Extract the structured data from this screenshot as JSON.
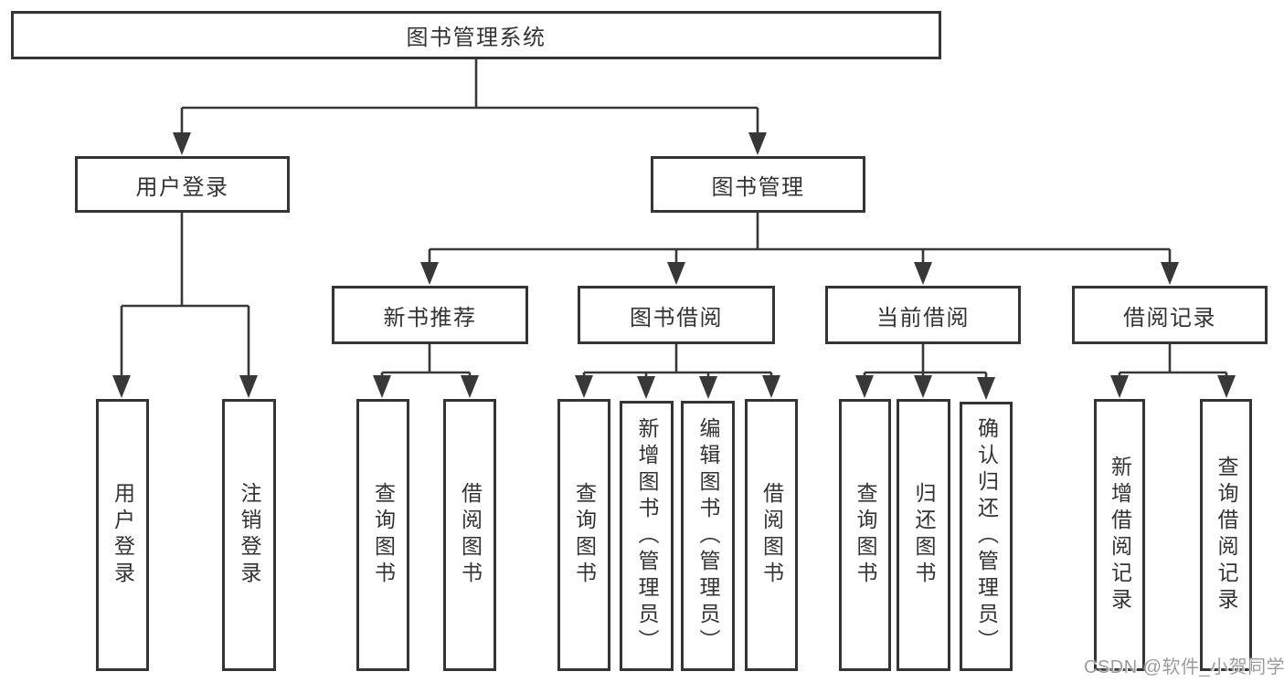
{
  "diagram": {
    "tree": {
      "root": {
        "label": "图书管理系统",
        "children": [
          {
            "label": "用户登录",
            "children": [
              {
                "label": "用户登录"
              },
              {
                "label": "注销登录"
              }
            ]
          },
          {
            "label": "图书管理",
            "children": [
              {
                "label": "新书推荐",
                "children": [
                  {
                    "label": "查询图书"
                  },
                  {
                    "label": "借阅图书"
                  }
                ]
              },
              {
                "label": "图书借阅",
                "children": [
                  {
                    "label": "查询图书"
                  },
                  {
                    "label": "新增图书（管理员）"
                  },
                  {
                    "label": "编辑图书（管理员）"
                  },
                  {
                    "label": "借阅图书"
                  }
                ]
              },
              {
                "label": "当前借阅",
                "children": [
                  {
                    "label": "查询图书"
                  },
                  {
                    "label": "归还图书"
                  },
                  {
                    "label": "确认归还（管理员）"
                  }
                ]
              },
              {
                "label": "借阅记录",
                "children": [
                  {
                    "label": "新增借阅记录"
                  },
                  {
                    "label": "查询借阅记录"
                  }
                ]
              }
            ]
          }
        ]
      }
    },
    "colors": {
      "line": "#383838",
      "box_border": "#343434",
      "text": "#333333",
      "background": "#ffffff",
      "watermark": "#9c9c9c"
    }
  },
  "watermark": {
    "text": "CSDN @软件_小贺同学"
  }
}
